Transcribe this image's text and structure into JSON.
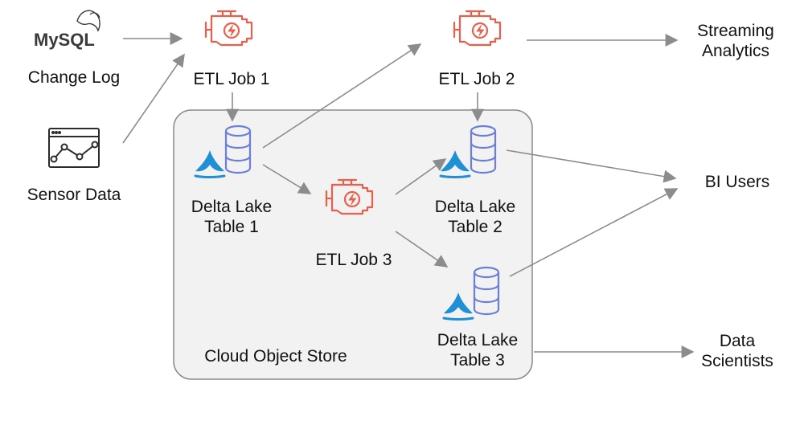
{
  "sources": {
    "mysql_logo_text": "MySQL",
    "change_log": "Change Log",
    "sensor_data": "Sensor Data"
  },
  "jobs": {
    "etl_job_1": "ETL Job 1",
    "etl_job_2": "ETL Job 2",
    "etl_job_3": "ETL Job 3"
  },
  "tables": {
    "table_1": [
      "Delta Lake",
      "Table 1"
    ],
    "table_2": [
      "Delta Lake",
      "Table 2"
    ],
    "table_3": [
      "Delta Lake",
      "Table 3"
    ]
  },
  "store": {
    "label": "Cloud Object Store"
  },
  "consumers": {
    "streaming": [
      "Streaming",
      "Analytics"
    ],
    "bi_users": "BI Users",
    "data_scientists": [
      "Data",
      "Scientists"
    ]
  },
  "colors": {
    "engine": "#e8604c",
    "database": "#6b7fd6",
    "delta": "#1f8fd6",
    "arrow": "#8c8c8c",
    "store_fill": "#f2f2f2",
    "store_border": "#8a8a8a"
  },
  "icons": {
    "engine": "engine-icon",
    "database": "database-icon",
    "delta": "delta-lake-icon",
    "sensor": "sensor-chart-icon",
    "mysql": "mysql-logo"
  }
}
